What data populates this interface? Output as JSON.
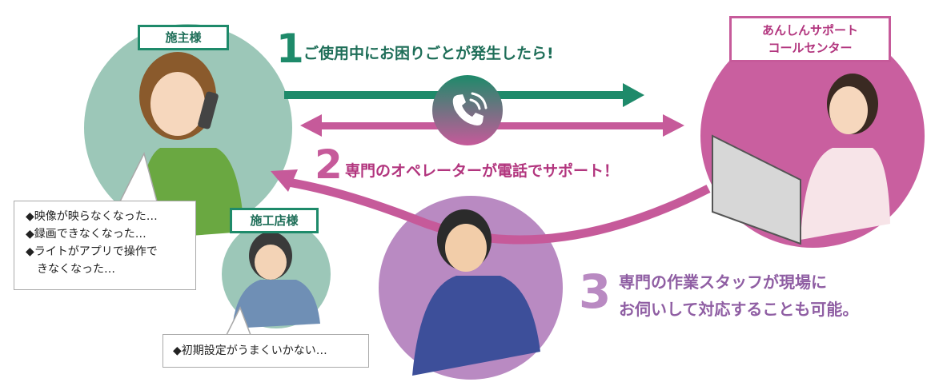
{
  "colors": {
    "green": "#1e8a6a",
    "pink": "#c65a9a",
    "purple": "#b98ac2",
    "teal_circle": "#9cc7b8",
    "magenta_circle": "#c95f9f"
  },
  "labels": {
    "owner": "施主様",
    "contractor": "施工店様",
    "support_center": [
      "あんしんサポート",
      "コールセンター"
    ]
  },
  "owner_issues": [
    "◆映像が映らなくなった…",
    "◆録画できなくなった…",
    "◆ライトがアプリで操作で",
    "　きなくなった…"
  ],
  "contractor_issues": [
    "◆初期設定がうまくいかない…"
  ],
  "steps": [
    {
      "number": "1",
      "text": "ご使用中にお困りごとが発生したら!"
    },
    {
      "number": "2",
      "text": "専門のオペレーターが電話でサポート！"
    },
    {
      "number": "3",
      "text": [
        "専門の作業スタッフが現場に",
        "お伺いして対応することも可能。"
      ]
    }
  ],
  "icons": [
    "phone-icon"
  ]
}
